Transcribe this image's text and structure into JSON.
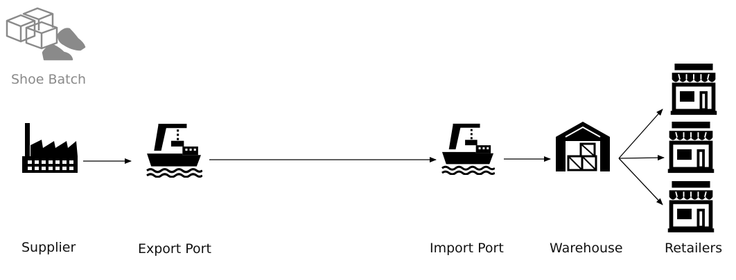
{
  "batch": {
    "label": "Shoe Batch",
    "color": "#8a8a8a",
    "icon": "boxes-and-shoes-icon"
  },
  "nodes": [
    {
      "id": "supplier",
      "label": "Supplier",
      "icon": "factory-icon"
    },
    {
      "id": "export_port",
      "label": "Export Port",
      "icon": "cargo-ship-icon"
    },
    {
      "id": "import_port",
      "label": "Import Port",
      "icon": "cargo-ship-icon"
    },
    {
      "id": "warehouse",
      "label": "Warehouse",
      "icon": "warehouse-icon"
    },
    {
      "id": "retailers",
      "label": "Retailers",
      "icon": "storefront-icon"
    }
  ],
  "colors": {
    "icon": "#000000",
    "arrow": "#000000",
    "label": "#111111"
  }
}
